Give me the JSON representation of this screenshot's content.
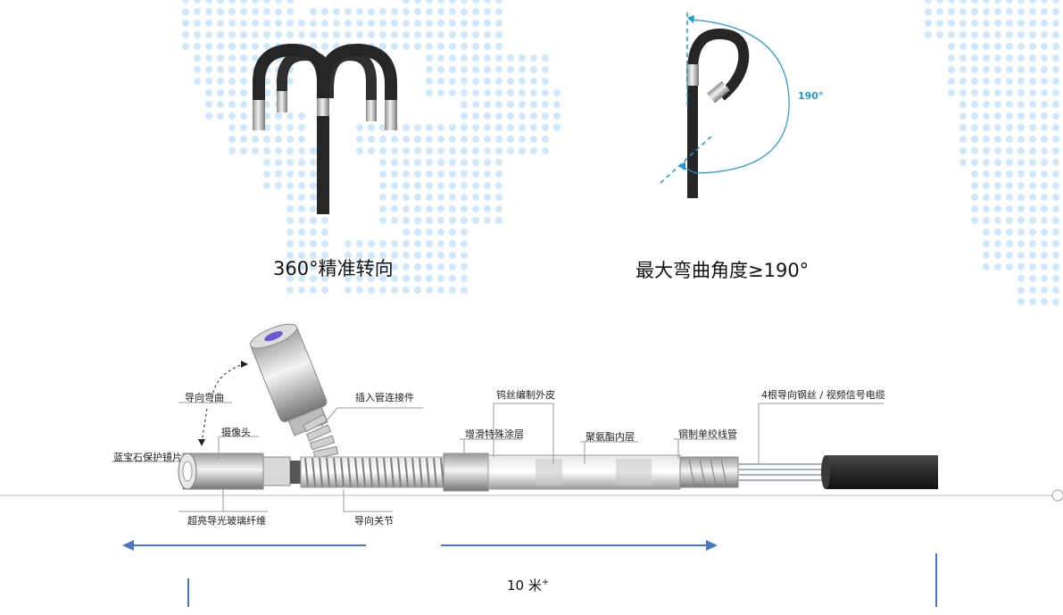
{
  "colors": {
    "dots": "#cfe8fb",
    "accent_blue": "#1f9ad6",
    "arrow_blue": "#4a77c4",
    "cable_dark": "#2a2a2a",
    "sheath": "#3a3a3a",
    "metal": "#c9c9c9"
  },
  "captions": {
    "steering": "360°精准转向",
    "bend_angle": "最大弯曲角度≥190°"
  },
  "angle_label": "190°",
  "parts": {
    "guide_bend": "导向弯曲",
    "insert_connector": "插入管连接件",
    "tungsten_braid": "钨丝编制外皮",
    "guide_wires": "4根导向钢丝 / 视频信号电缆",
    "camera": "摄像头",
    "lubricant_coating": "增滑特殊涂层",
    "pu_inner": "聚氨酯内层",
    "steel_spiral": "钢制单绞线管",
    "sapphire_lens": "蓝宝石保护镜片",
    "fiber": "超亮导光玻璃纤维",
    "guide_joint": "导向关节"
  },
  "length_label": "10 米",
  "length_sup": "+"
}
